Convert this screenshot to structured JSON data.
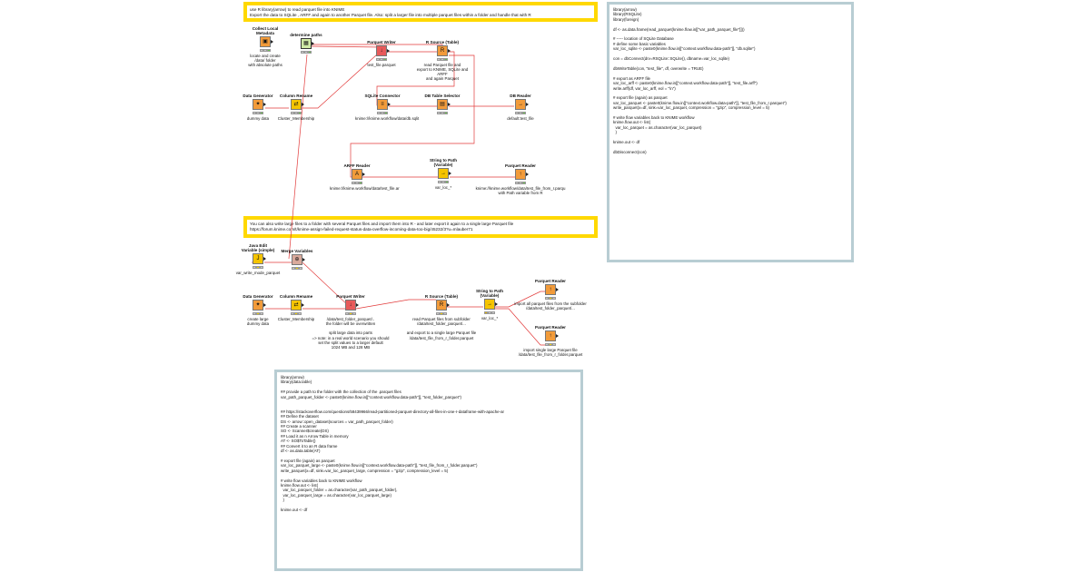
{
  "annotations": {
    "top": "use R library(arrow) to read parquet file into KNIME\nExport the data to SQLite , ARFF and again to another Parquet file. Also: split a larger file into multiple parquet files within a folder and handle that with R",
    "middle": "You can also write large files to a folder with several Parquet files and import them into R - and later export it again to a single large Parquet file\nhttps://forum.knime.com/t/knime-assign-failed-request-status-data-overflow-incoming-data-too-big/45232/3?u=mlauber71"
  },
  "code_right": "library(arrow)\nlibrary(RSQLite)\nlibrary(foreign)\n\ndf <- as.data.frame(read_parquet(knime.flow.in[[\"var_path_parquet_file\"]]))\n\n# ----- location of SQLite Database\n# define some basic variables\nvar_loc_sqlite <- paste0(knime.flow.in[[\"context.workflow.data-path\"]], \"db.sqlite\")\n\ncon = dbConnect(drv=RSQLite::SQLite(), dbname=var_loc_sqlite)\n\ndbWriteTable(con, \"test_file\", df, overwrite = TRUE)\n\n# export as ARFF file\nvar_loc_arff <- paste0(knime.flow.in[[\"context.workflow.data-path\"]], \"test_file.arff\")\nwrite.arff(df, var_loc_arff, eol = \"\\n\")\n\n# export file (again) as parquet\nvar_loc_parquet <- paste0(knime.flow.in[[\"context.workflow.data-path\"]], \"test_file_from_r.parquet\")\nwrite_parquet(x=df, sink=var_loc_parquet, compression = \"gzip\", compression_level = 5)\n\n# write flow variables back to KNIME workflow\nknime.flow.out <- list(\n  var_loc_parquet = as.character(var_loc_parquet)\n  )\n\nknime.out <- df\n\ndbDisconnect(con)",
  "code_bottom": "library(arrow)\nlibrary(data.table)\n\n## provide a path to the folder with the collection of the .parquet files\nvar_path_parquet_folder <- paste0(knime.flow.in[[\"context.workflow.data-path\"]], \"test_folder_parquet\")\n\n\n## https://stackoverflow.com/questions/58439966/read-partitioned-parquet-directory-all-files-in-one-r-dataframe-with-apache-ar\n## Define the dataset\nDS <- arrow::open_dataset(sources = var_path_parquet_folder)\n## Create a scanner\nSO <- Scanner$create(DS)\n## Load it as n Arrow Table in memory\nAT <- SO$ToTable()\n## Convert it to an R data frame\ndf <- as.data.table(AT)\n\n# export file (again) as parquet\nvar_loc_parquet_large <- paste0(knime.flow.in[[\"context.workflow.data-path\"]], \"test_file_from_r_folder.parquet\")\nwrite_parquet(x=df, sink=var_loc_parquet_large, compression = \"gzip\", compression_level = 5)\n\n# write flow variables back to KNIME workflow\nknime.flow.out <- list(\n  var_loc_parquet_folder = as.character(var_path_parquet_folder),\n  var_loc_parquet_large = as.character(var_loc_parquet_large)\n  )\n\nknime.out <- df",
  "nodes": [
    {
      "id": "collect-local-metadata",
      "title": "Collect Local\nMetadata",
      "label": "locate and create\n/data/ folder\nwith absolute paths",
      "icon": "metanode-icon",
      "glyph": "▣"
    },
    {
      "id": "determine-paths",
      "title": "determine paths",
      "label": "",
      "icon": "component-icon",
      "glyph": "▦"
    },
    {
      "id": "parquet-writer-1",
      "title": "Parquet Writer",
      "label": "test_file.parquet",
      "icon": "parquet-writer-icon",
      "glyph": "↓"
    },
    {
      "id": "r-source-table-1",
      "title": "R Source (Table)",
      "label": "read Parquet file and\nexport to KNIME, SQLite and ARFF\nand again Parquet",
      "icon": "r-source-icon",
      "glyph": "R"
    },
    {
      "id": "data-generator-1",
      "title": "Data Generator",
      "label": "dummy data",
      "icon": "data-generator-icon",
      "glyph": "✦"
    },
    {
      "id": "column-rename-1",
      "title": "Column Rename",
      "label": "Cluster_Membership",
      "icon": "column-rename-icon",
      "glyph": "⇄"
    },
    {
      "id": "sqlite-connector",
      "title": "SQLite Connector",
      "label": "knime://knime.workflow/data/db.sqlit",
      "icon": "sqlite-icon",
      "glyph": "≡"
    },
    {
      "id": "db-table-selector",
      "title": "DB Table Selector",
      "label": "",
      "icon": "db-table-selector-icon",
      "glyph": "▤"
    },
    {
      "id": "db-reader",
      "title": "DB Reader",
      "label": "default:test_file",
      "icon": "db-reader-icon",
      "glyph": "→"
    },
    {
      "id": "arff-reader",
      "title": "ARFF Reader",
      "label": "knime://knime.workflow/data/test_file.ar",
      "icon": "arff-reader-icon",
      "glyph": "A"
    },
    {
      "id": "string-to-path-1",
      "title": "String to Path\n(Variable)",
      "label": "var_loc_*",
      "icon": "string-to-path-icon",
      "glyph": "→"
    },
    {
      "id": "parquet-reader-1",
      "title": "Parquet Reader",
      "label": "knime://knime.workflow/data/test_file_from_r.parqu\nwith Path variable from R",
      "icon": "parquet-reader-icon",
      "glyph": "↑"
    },
    {
      "id": "java-edit-variable",
      "title": "Java Edit\nVariable (simple)",
      "label": "var_write_mode_parquet",
      "icon": "java-edit-variable-icon",
      "glyph": "J"
    },
    {
      "id": "merge-variables",
      "title": "Merge Variables",
      "label": "",
      "icon": "merge-variables-icon",
      "glyph": "⊕"
    },
    {
      "id": "data-generator-2",
      "title": "Data Generator",
      "label": "create large\ndummy data",
      "icon": "data-generator-icon",
      "glyph": "✦"
    },
    {
      "id": "column-rename-2",
      "title": "Column Rename",
      "label": "Cluster_Membership",
      "icon": "column-rename-icon",
      "glyph": "⇄"
    },
    {
      "id": "parquet-writer-2",
      "title": "Parquet Writer",
      "label": "/data/test_folder_parquet/..\nthe folder will be overwritten\n\nsplit large data into parts\n=> note: in a real world scenario you should\nset the split values to a larger default\n1024 MB and 128 MB",
      "icon": "parquet-writer-icon",
      "glyph": "↓"
    },
    {
      "id": "r-source-table-2",
      "title": "R Source (Table)",
      "label": "read Parquet files from subfolder\n/data/test_folder_parquet/...\n\nand export to a single large Parquet file\n/data/test_file_from_r_folder.parquet",
      "icon": "r-source-icon",
      "glyph": "R"
    },
    {
      "id": "string-to-path-2",
      "title": "String to Path\n(Variable)",
      "label": "var_loc_*",
      "icon": "string-to-path-icon",
      "glyph": "→"
    },
    {
      "id": "parquet-reader-2",
      "title": "Parquet Reader",
      "label": "import all parquet files from the subfolder\n/data/test_folder_parquet/...",
      "icon": "parquet-reader-icon",
      "glyph": "↑"
    },
    {
      "id": "parquet-reader-3",
      "title": "Parquet Reader",
      "label": "import single large Parquet file\n/data/test_file_from_r_folder.parquet",
      "icon": "parquet-reader-icon",
      "glyph": "↑"
    }
  ]
}
